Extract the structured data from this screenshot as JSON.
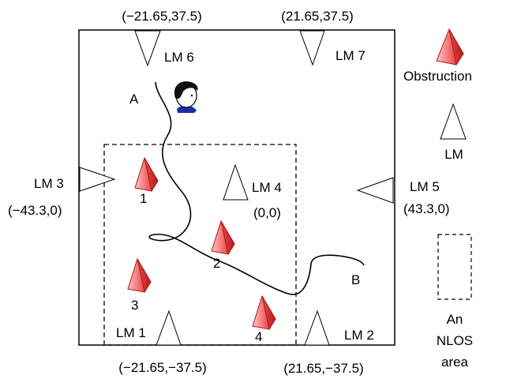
{
  "corners": {
    "top_left": "(−21.65,37.5)",
    "top_right": "(21.65,37.5)",
    "bottom_left": "(−21.65,−37.5)",
    "bottom_right": "(21.65,−37.5)"
  },
  "landmarks": {
    "lm1": {
      "label": "LM 1"
    },
    "lm2": {
      "label": "LM 2"
    },
    "lm3": {
      "label": "LM 3",
      "coord": "(−43.3,0)"
    },
    "lm4": {
      "label": "LM 4",
      "coord": "(0,0)"
    },
    "lm5": {
      "label": "LM 5",
      "coord": "(43.3,0)"
    },
    "lm6": {
      "label": "LM 6"
    },
    "lm7": {
      "label": "LM 7"
    }
  },
  "obstructions": {
    "o1": "1",
    "o2": "2",
    "o3": "3",
    "o4": "4"
  },
  "path": {
    "start": "A",
    "end": "B"
  },
  "legend": {
    "obstruction": "Obstruction",
    "lm": "LM",
    "nlos_line1": "An",
    "nlos_line2": "NLOS",
    "nlos_line3": "area"
  },
  "colors": {
    "obstruction_light": "#ffc4c4",
    "obstruction_dark": "#e23a3a",
    "obstruction_edge": "#b01818",
    "person_shirt": "#1a2fa8"
  }
}
